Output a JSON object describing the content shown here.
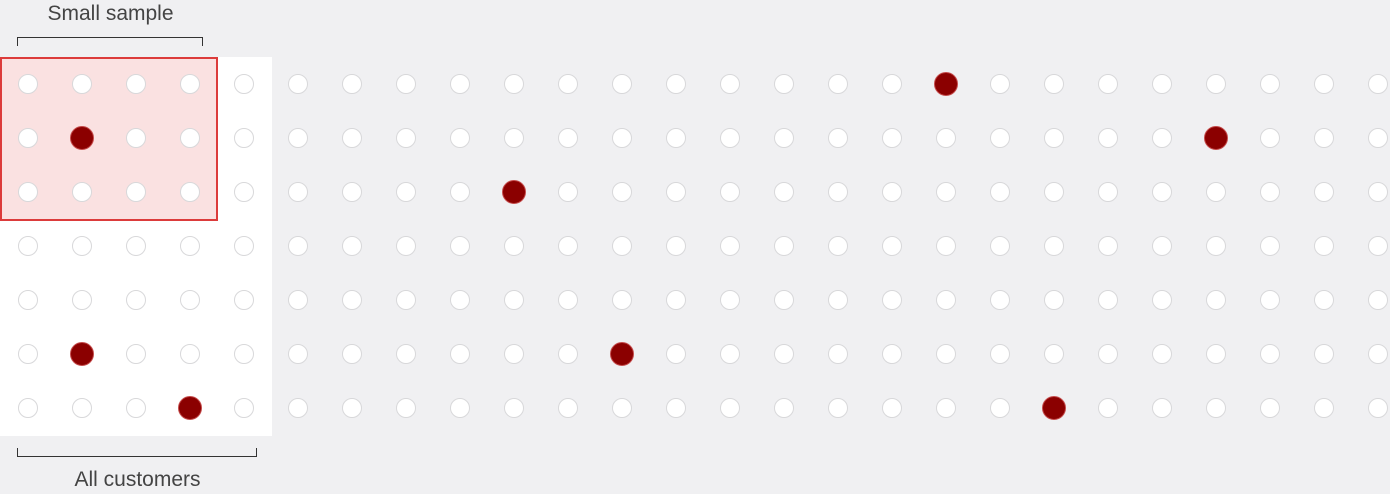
{
  "labels": {
    "small_sample": "Small sample",
    "all_customers": "All customers"
  },
  "grid": {
    "rows": 7,
    "cols": 26,
    "marked": [
      [
        0,
        17
      ],
      [
        1,
        1
      ],
      [
        1,
        22
      ],
      [
        2,
        9
      ],
      [
        5,
        1
      ],
      [
        5,
        11
      ],
      [
        6,
        3
      ],
      [
        6,
        19
      ]
    ]
  },
  "colors": {
    "background": "#f0f0f2",
    "panel": "#ffffff",
    "sample_fill": "#f5d7d7",
    "sample_border": "#dc3b3b",
    "dot_empty": "#ffffff",
    "dot_border": "#d8d8da",
    "dot_marked": "#8b0000"
  }
}
